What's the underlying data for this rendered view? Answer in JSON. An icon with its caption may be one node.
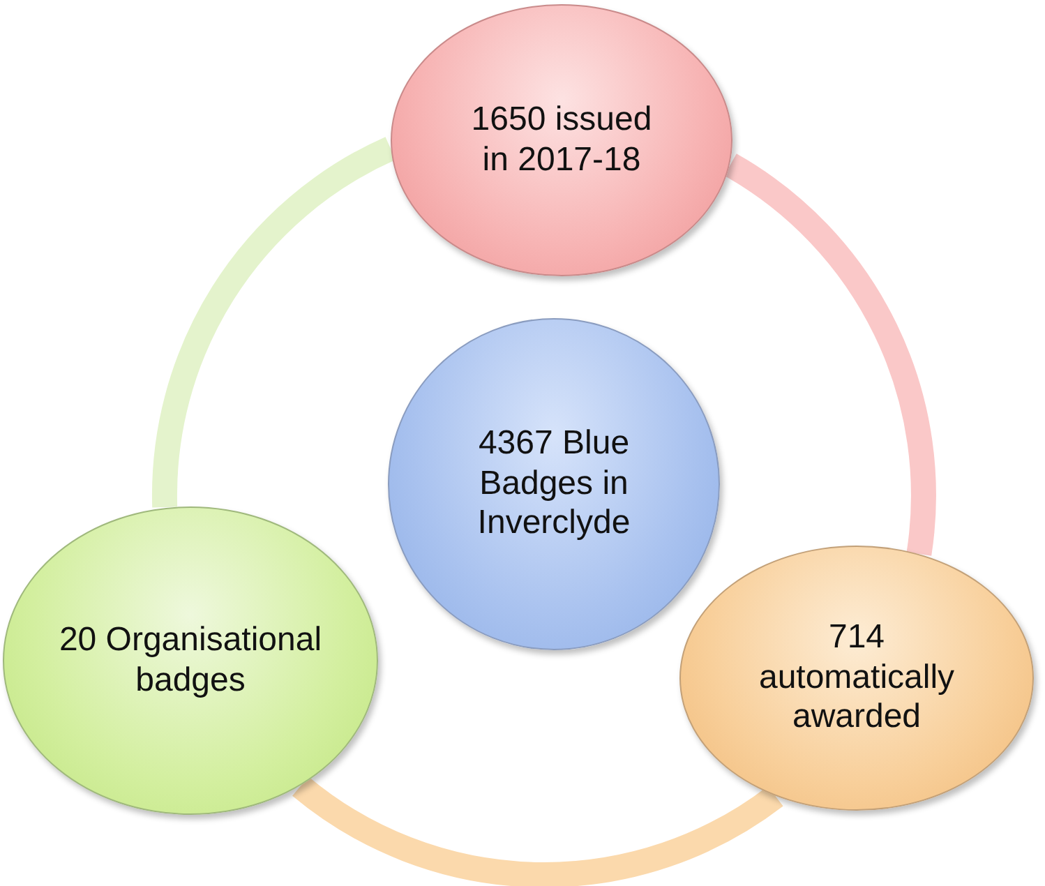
{
  "diagram": {
    "nodes": [
      {
        "text": [
          "1650 issued in 2017-18"
        ]
      },
      {
        "text": [
          "4367 Blue Badges in Inverclyde"
        ]
      },
      {
        "text": [
          "714 automatically awarded"
        ]
      },
      {
        "text": [
          "20 Organisational badges"
        ]
      }
    ],
    "edges": [
      {
        "from": 0,
        "to": 2,
        "arrow": "none",
        "color": "#fac8c8"
      },
      {
        "from": 2,
        "to": 3,
        "arrow": "none",
        "color": "#fbd9ac"
      },
      {
        "from": 3,
        "to": 0,
        "arrow": "none",
        "color": "#e4f3cc"
      }
    ]
  }
}
